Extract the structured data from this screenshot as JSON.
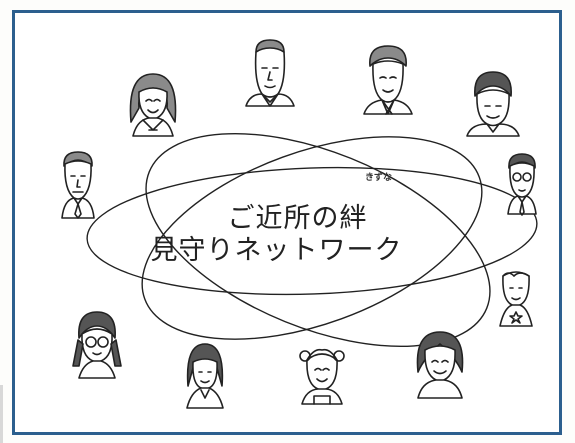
{
  "diagram": {
    "title_line1": "ご近所の絆",
    "title_line2": "見守りネットワーク",
    "ruby": "きずな"
  },
  "colors": {
    "frame": "#2c5f8e",
    "lines": "#222222"
  },
  "icons": [
    "elderly-man-icon",
    "elderly-woman-kimono-icon",
    "elderly-woman-icon",
    "man-glasses-tie-icon",
    "boy-icon",
    "woman-smiling-icon",
    "girl-pigtails-icon",
    "girl-schoolgirl-icon",
    "girl-glasses-braids-icon",
    "man-tie-icon",
    "schoolgirl-long-hair-icon"
  ]
}
